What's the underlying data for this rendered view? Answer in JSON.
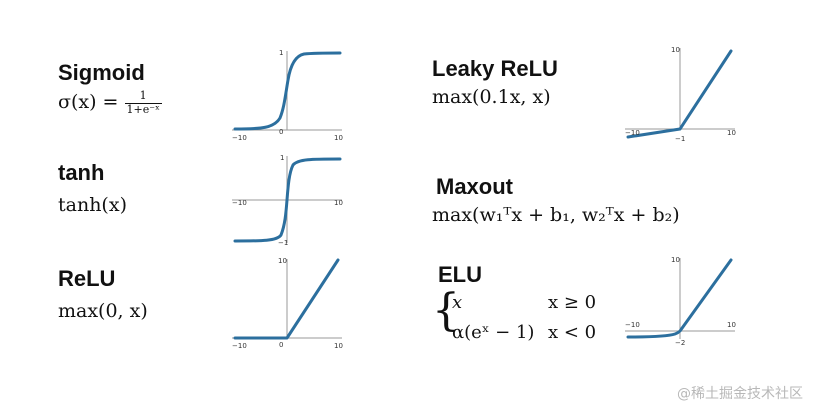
{
  "functions": {
    "sigmoid": {
      "name": "Sigmoid",
      "formula_lhs": "σ(x) =",
      "numerator": "1",
      "denominator": "1+e⁻ˣ",
      "ticks": {
        "x_left": "−10",
        "x_right": "10",
        "y_top": "1",
        "y_origin": "0"
      }
    },
    "tanh": {
      "name": "tanh",
      "formula": "tanh(x)",
      "ticks": {
        "x_left": "−10",
        "x_right": "10",
        "y_top": "1",
        "y_bottom": "−1"
      }
    },
    "relu": {
      "name": "ReLU",
      "formula": "max(0, x)",
      "ticks": {
        "x_left": "−10",
        "x_right": "10",
        "y_top": "10",
        "y_origin": "0"
      }
    },
    "leaky_relu": {
      "name": "Leaky ReLU",
      "formula": "max(0.1x, x)",
      "ticks": {
        "x_left": "−10",
        "x_right": "10",
        "y_top": "10",
        "y_origin": "−1"
      }
    },
    "maxout": {
      "name": "Maxout",
      "formula": "max(w₁ᵀx + b₁, w₂ᵀx + b₂)"
    },
    "elu": {
      "name": "ELU",
      "case1_expr": "x",
      "case1_cond": "x ≥ 0",
      "case2_expr": "α(eˣ − 1)",
      "case2_cond": "x < 0",
      "ticks": {
        "x_left": "−10",
        "x_right": "10",
        "y_top": "10",
        "y_origin": "−2"
      }
    }
  },
  "watermark": "@稀土掘金技术社区",
  "colors": {
    "curve": "#2c6f9e",
    "axis": "#9a9a9a"
  }
}
